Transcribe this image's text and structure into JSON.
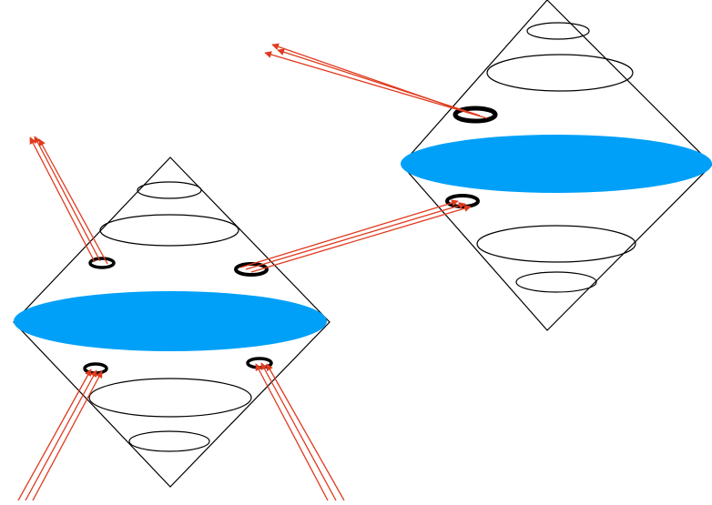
{
  "colors": {
    "background": "#ffffff",
    "outline": "#000000",
    "disk": "#00a0f8",
    "ray": "#e03a1e",
    "ring": "#000000"
  },
  "diagram": {
    "cones": [
      {
        "id": "left-double-cone",
        "has_disk": true,
        "ring_count": 4,
        "outgoing_ray_bundles": 2,
        "incoming_ray_bundles": 2
      },
      {
        "id": "right-double-cone",
        "has_disk": true,
        "ring_count": 2,
        "outgoing_ray_bundles": 1,
        "incoming_ray_bundles": 1
      }
    ],
    "ray_bundle_line_count": 3,
    "arrowheads": true
  }
}
